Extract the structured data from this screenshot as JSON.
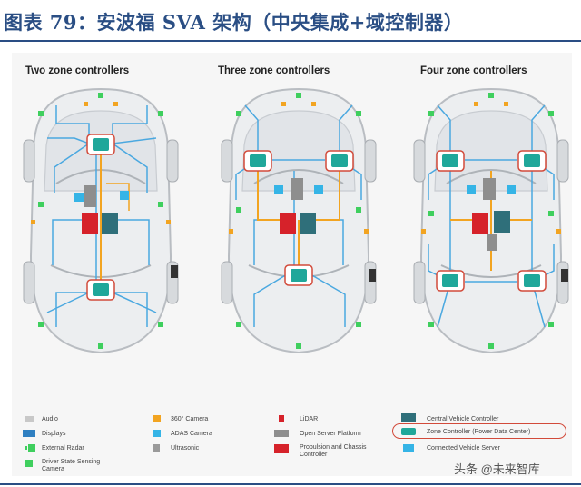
{
  "header": {
    "title": "图表 79：安波福 SVA 架构（中央集成+域控制器）"
  },
  "architectures": [
    {
      "label": "Two zone controllers"
    },
    {
      "label": "Three zone controllers"
    },
    {
      "label": "Four zone controllers"
    }
  ],
  "legend": [
    {
      "label": "Audio",
      "color": "#c8c8c8",
      "icon": "speaker-icon"
    },
    {
      "label": "Displays",
      "color": "#2f7fc1",
      "icon": "display-icon"
    },
    {
      "label": "External Radar",
      "color": "#3fcf5e",
      "icon": "radar-icon"
    },
    {
      "label": "Driver State Sensing Camera",
      "color": "#3fcf5e",
      "icon": "camera-icon"
    },
    {
      "label": "360° Camera",
      "color": "#f2a421",
      "icon": "camera-360-icon"
    },
    {
      "label": "ADAS Camera",
      "color": "#35b4e6",
      "icon": "adas-camera-icon"
    },
    {
      "label": "Ultrasonic",
      "color": "#9a9a9a",
      "icon": "ultrasonic-icon"
    },
    {
      "label": "LiDAR",
      "color": "#d6222a",
      "icon": "lidar-icon"
    },
    {
      "label": "Open Server Platform",
      "color": "#8e8e8e",
      "icon": "server-icon"
    },
    {
      "label": "Propulsion and Chassis Controller",
      "color": "#d6222a",
      "icon": "chassis-controller-icon"
    },
    {
      "label": "Central Vehicle Controller",
      "color": "#2f6f7a",
      "icon": "central-controller-icon"
    },
    {
      "label": "Zone Controller (Power Data Center)",
      "color": "#1fa79a",
      "icon": "zone-controller-icon"
    },
    {
      "label": "Connected Vehicle Server",
      "color": "#35b4e6",
      "icon": "connected-server-icon"
    }
  ],
  "highlight_color": "#d24a3a",
  "watermark": "头条 @未来智库"
}
